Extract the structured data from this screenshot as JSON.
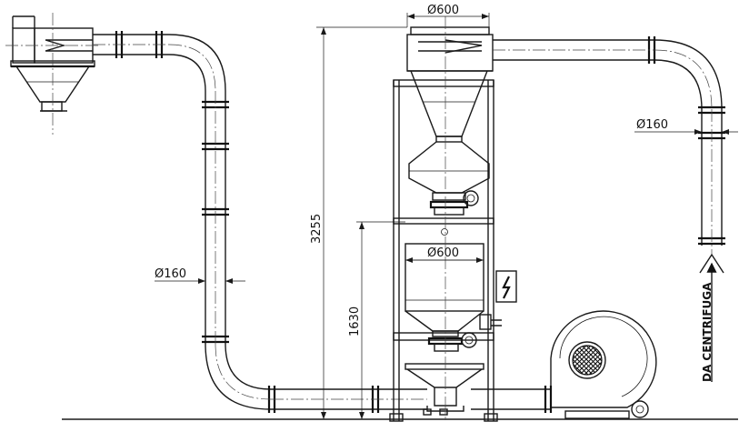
{
  "dimensions": {
    "top_diameter": "Ø600",
    "mid_diameter": "Ø600",
    "pipe_left_diameter": "Ø160",
    "pipe_right_diameter": "Ø160",
    "total_height": "3255",
    "mid_height": "1630"
  },
  "labels": {
    "inlet_label": "DA CENTRIFUGA"
  }
}
